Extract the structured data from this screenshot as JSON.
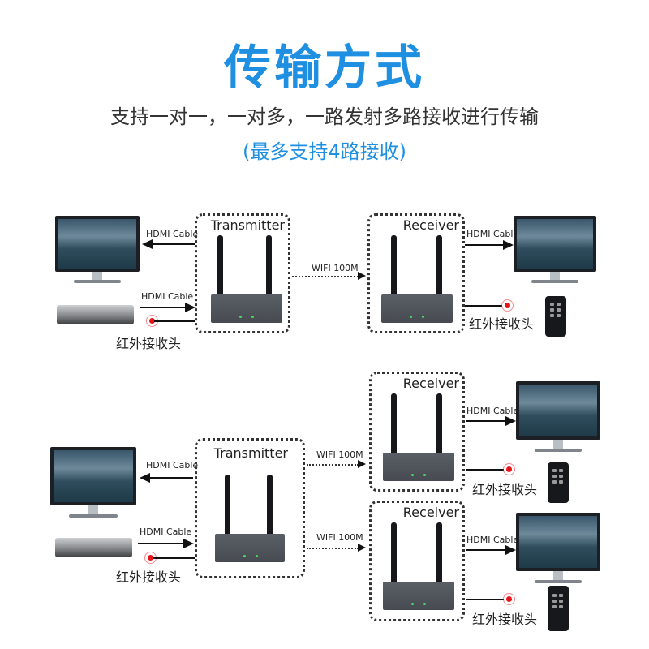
{
  "header": {
    "title": "传输方式",
    "subtitle": "支持一对一，一对多，一路发射多路接收进行传输",
    "note": "(最多支持4路接收)"
  },
  "labels": {
    "transmitter": "Transmitter",
    "receiver": "Receiver",
    "hdmi": "HDMI Cable",
    "wifi": "WIFI 100M",
    "wifi2": "WIFI  100M",
    "ir": "红外接收头"
  },
  "colors": {
    "accent": "#1e8fe1",
    "ir_dot": "#e8141a"
  }
}
